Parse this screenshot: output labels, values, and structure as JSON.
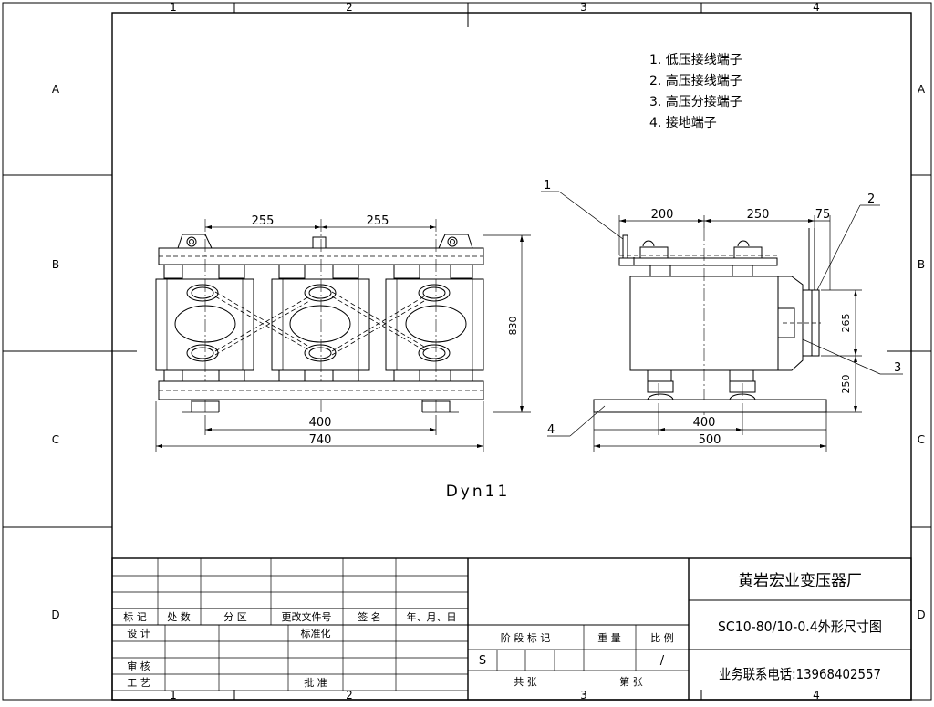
{
  "frame": {
    "col_labels": [
      "1",
      "2",
      "3",
      "4"
    ],
    "row_labels": [
      "A",
      "B",
      "C",
      "D"
    ]
  },
  "notes": [
    "1. 低压接线端子",
    "2. 高压接线端子",
    "3. 高压分接端子",
    "4. 接地端子"
  ],
  "front_view": {
    "dim_spacing_left": "255",
    "dim_spacing_right": "255",
    "dim_height": "830",
    "dim_wheel_span": "400",
    "dim_width": "740"
  },
  "side_view": {
    "dim_a": "200",
    "dim_b": "250",
    "dim_c": "75",
    "dim_tap_height": "265",
    "dim_tap_base": "250",
    "dim_wheel_span": "400",
    "dim_width": "500",
    "callouts": [
      "1",
      "2",
      "3",
      "4"
    ]
  },
  "connection_group": "Dyn11",
  "title_block": {
    "company": "黄岩宏业变压器厂",
    "drawing_title": "SC10-80/10-0.4外形尺寸图",
    "contact": "业务联系电话:13968402557",
    "rev_headers": [
      "标 记",
      "处 数",
      "分  区",
      "更改文件号",
      "签 名",
      "年、月、日"
    ],
    "design": "设  计",
    "standardize": "标准化",
    "review": "审  核",
    "process": "工  艺",
    "approve": "批  准",
    "stage_mark": "阶  段  标  记",
    "weight": "重  量",
    "scale": "比  例",
    "stage_value": "S",
    "scale_value": "/",
    "total_sheets": "共     张",
    "sheet_no": "第     张"
  }
}
